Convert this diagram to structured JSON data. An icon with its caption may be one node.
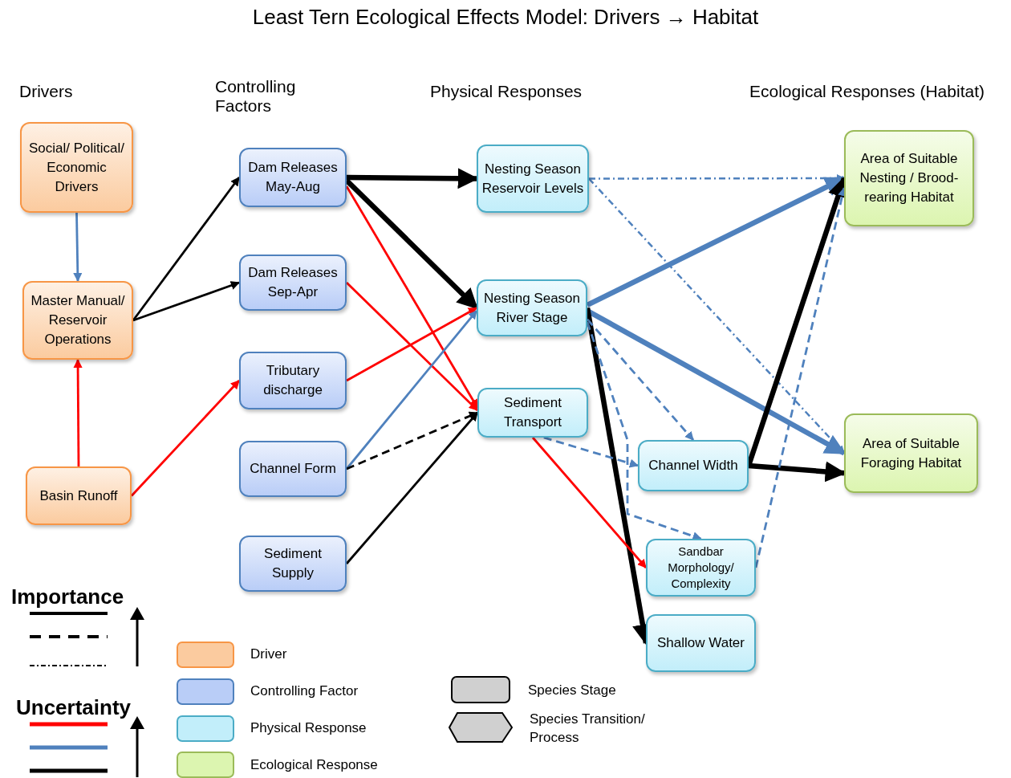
{
  "diagram": {
    "title": "Least Tern Ecological Effects Model: Drivers → Habitat",
    "nodes": [
      {
        "text": [
          "Social/ Political/ Economic Drivers"
        ]
      },
      {
        "text": [
          "Master Manual/ Reservoir Operations"
        ]
      },
      {
        "text": [
          "Basin Runoff"
        ]
      },
      {
        "text": [
          "Dam Releases May-Aug"
        ]
      },
      {
        "text": [
          "Dam Releases Sep-Apr"
        ]
      },
      {
        "text": [
          "Tributary discharge"
        ]
      },
      {
        "text": [
          "Channel Form"
        ]
      },
      {
        "text": [
          "Sediment Supply"
        ]
      },
      {
        "text": [
          "Nesting Season Reservoir Levels"
        ]
      },
      {
        "text": [
          "Nesting Season River Stage"
        ]
      },
      {
        "text": [
          "Sediment Transport"
        ]
      },
      {
        "text": [
          "Channel Width"
        ]
      },
      {
        "text": [
          "Sandbar Morphology/ Complexity"
        ]
      },
      {
        "text": [
          "Shallow Water"
        ]
      },
      {
        "text": [
          "Area of Suitable Nesting / Brood-rearing Habitat"
        ]
      },
      {
        "text": [
          "Area of Suitable Foraging Habitat"
        ]
      }
    ],
    "edges": [
      {
        "from": 0,
        "to": 1,
        "arrow": "to"
      },
      {
        "from": 2,
        "to": 1,
        "arrow": "to",
        "color": "#ff0000"
      },
      {
        "from": 1,
        "to": 3,
        "arrow": "to",
        "color": "#000000"
      },
      {
        "from": 1,
        "to": 4,
        "arrow": "to",
        "color": "#000000"
      },
      {
        "from": 2,
        "to": 5,
        "arrow": "to",
        "color": "#ff0000"
      },
      {
        "from": 3,
        "to": 8,
        "arrow": "to",
        "color": "#000000",
        "style": "thick"
      },
      {
        "from": 3,
        "to": 9,
        "arrow": "to",
        "color": "#000000",
        "style": "thick"
      },
      {
        "from": 3,
        "to": 10,
        "arrow": "to",
        "color": "#ff0000"
      },
      {
        "from": 4,
        "to": 10,
        "arrow": "to",
        "color": "#ff0000"
      },
      {
        "from": 5,
        "to": 9,
        "arrow": "to",
        "color": "#ff0000"
      },
      {
        "from": 6,
        "to": 9,
        "arrow": "to"
      },
      {
        "from": 6,
        "to": 10,
        "arrow": "to",
        "color": "#000000",
        "style": "dashed"
      },
      {
        "from": 7,
        "to": 10,
        "arrow": "to",
        "color": "#000000"
      },
      {
        "from": 8,
        "to": 14,
        "arrow": "to",
        "style": "dashed"
      },
      {
        "from": 8,
        "to": 15,
        "arrow": "to",
        "style": "dashed"
      },
      {
        "from": 9,
        "to": 14,
        "arrow": "to",
        "style": "thick"
      },
      {
        "from": 9,
        "to": 15,
        "arrow": "to",
        "style": "thick"
      },
      {
        "from": 9,
        "to": 13,
        "arrow": "to",
        "color": "#000000",
        "style": "thick"
      },
      {
        "from": 9,
        "to": 11,
        "arrow": "to",
        "style": "dashed"
      },
      {
        "from": 9,
        "to": 12,
        "arrow": "to",
        "style": "dashed"
      },
      {
        "from": 10,
        "to": 11,
        "arrow": "to",
        "style": "dashed"
      },
      {
        "from": 10,
        "to": 12,
        "arrow": "to",
        "color": "#ff0000"
      },
      {
        "from": 11,
        "to": 14,
        "arrow": "to",
        "color": "#000000",
        "style": "thick"
      },
      {
        "from": 11,
        "to": 15,
        "arrow": "to",
        "color": "#000000",
        "style": "thick"
      },
      {
        "from": 12,
        "to": 14,
        "arrow": "to",
        "style": "dashed"
      }
    ],
    "labels": [
      "Drivers",
      "Controlling Factors",
      "Physical Responses",
      "Ecological Responses (Habitat)",
      "Importance",
      "Uncertainty"
    ],
    "legend": [
      {
        "text": "Driver",
        "color": "#fbcb9f"
      },
      {
        "text": "Controlling Factor",
        "color": "#b9cdf7"
      },
      {
        "text": "Physical Response",
        "color": "#c2eefa"
      },
      {
        "text": "Ecological Response",
        "color": "#dcf5b0"
      },
      {
        "text": "Species Stage",
        "color": "#d0d0d0"
      },
      {
        "text": "Species Transition/ Process",
        "color": "#d0d0d0"
      }
    ]
  }
}
